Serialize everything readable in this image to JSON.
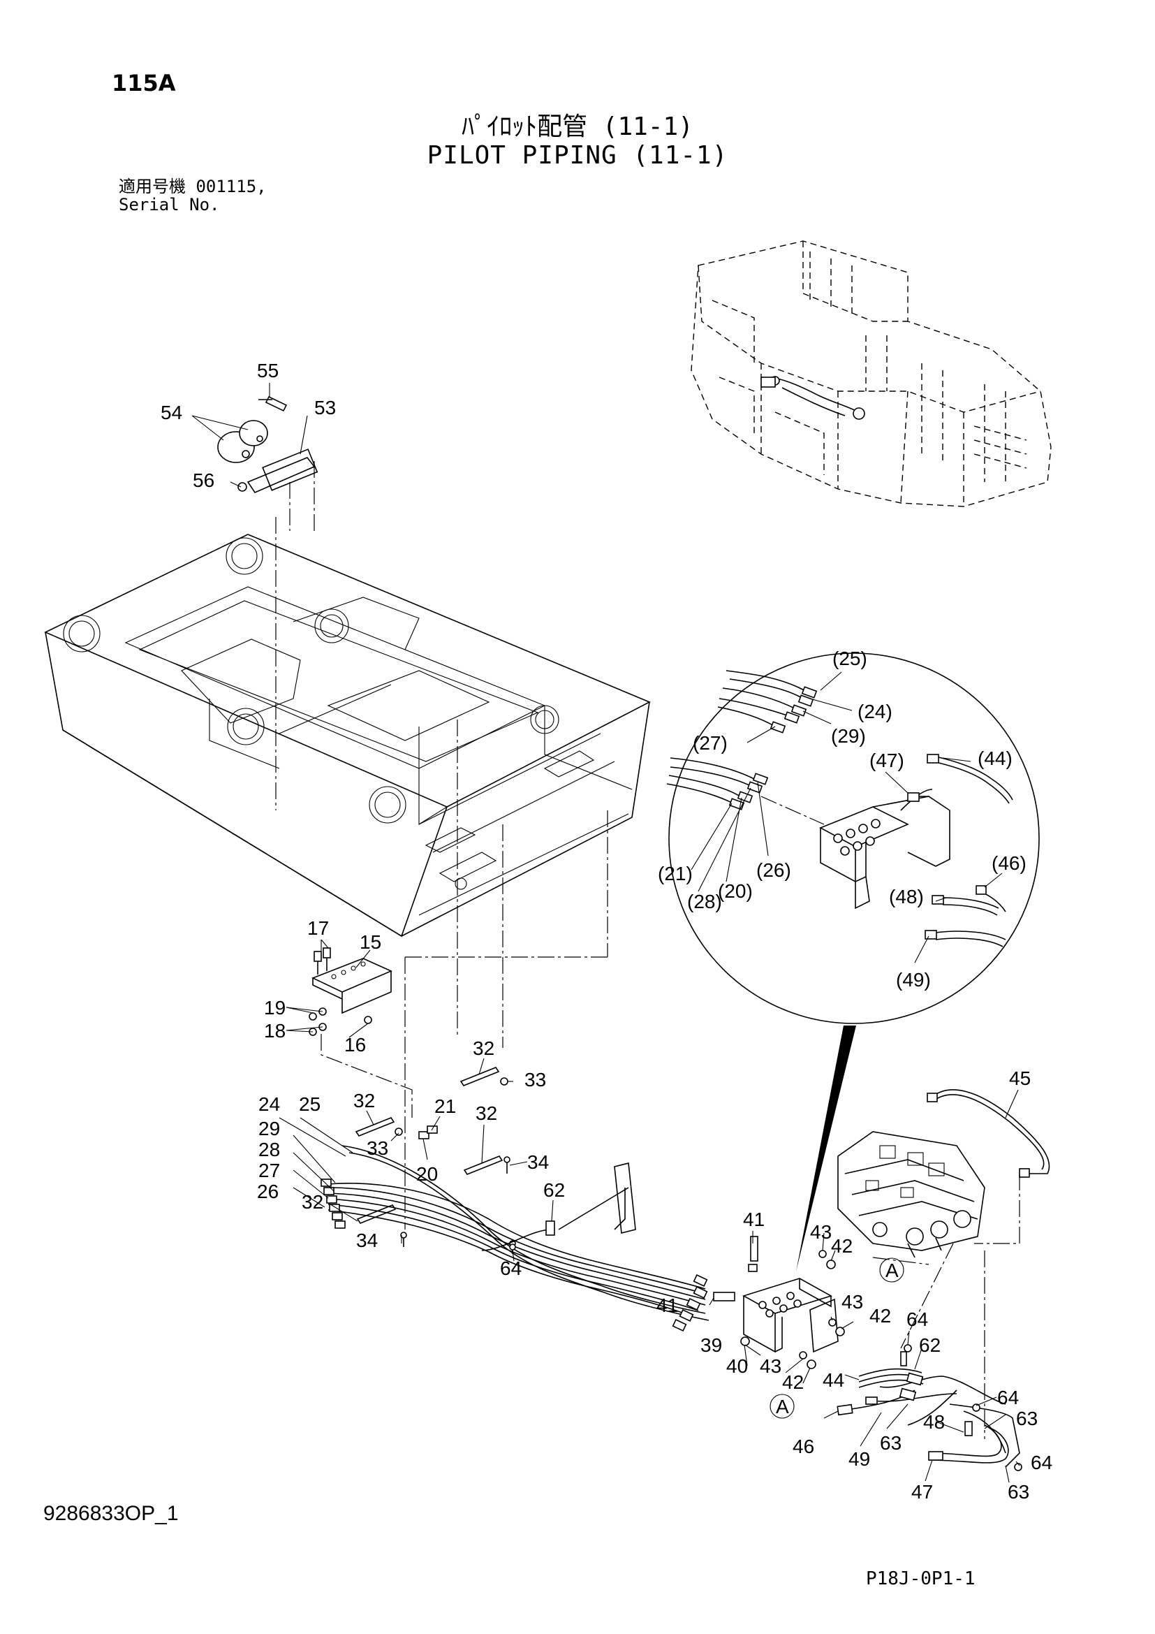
{
  "header": {
    "page_code": "115A",
    "title_jp": "ﾊﾟｲﾛｯﾄ配管 (11-1)",
    "title_en": "PILOT PIPING (11-1)",
    "applicable_label": "適用号機",
    "applicable_value": "001115,",
    "serial_label": "Serial No."
  },
  "footer": {
    "doc_number": "9286833OP_1",
    "page_ref": "P18J-0P1-1"
  },
  "detail_view": {
    "label": "A",
    "callouts": [
      "(25)",
      "(24)",
      "(29)",
      "(27)",
      "(47)",
      "(44)",
      "(21)",
      "(20)",
      "(26)",
      "(28)",
      "(46)",
      "(48)",
      "(49)"
    ]
  },
  "callouts": {
    "c55": "55",
    "c54": "54",
    "c53": "53",
    "c56": "56",
    "c17": "17",
    "c15": "15",
    "c19": "19",
    "c18": "18",
    "c16": "16",
    "c32a": "32",
    "c33a": "33",
    "c32b": "32",
    "c33b": "33",
    "c32c": "32",
    "c34a": "34",
    "c21": "21",
    "c20": "20",
    "c24": "24",
    "c25": "25",
    "c29": "29",
    "c28": "28",
    "c27": "27",
    "c26": "26",
    "c32d": "32",
    "c34b": "34",
    "c62a": "62",
    "c64a": "64",
    "c45": "45",
    "c41a": "41",
    "c43a": "43",
    "c42a": "42",
    "cA1": "A",
    "c41b": "41",
    "c43b": "43",
    "c42b": "42",
    "c64b": "64",
    "c62b": "62",
    "c39": "39",
    "c40": "40",
    "c43c": "43",
    "c42c": "42",
    "c44": "44",
    "cA2": "A",
    "c64c": "64",
    "c63a": "63",
    "c48": "48",
    "c46": "46",
    "c49": "49",
    "c63b": "63",
    "c64d": "64",
    "c63c": "63",
    "c47": "47"
  }
}
